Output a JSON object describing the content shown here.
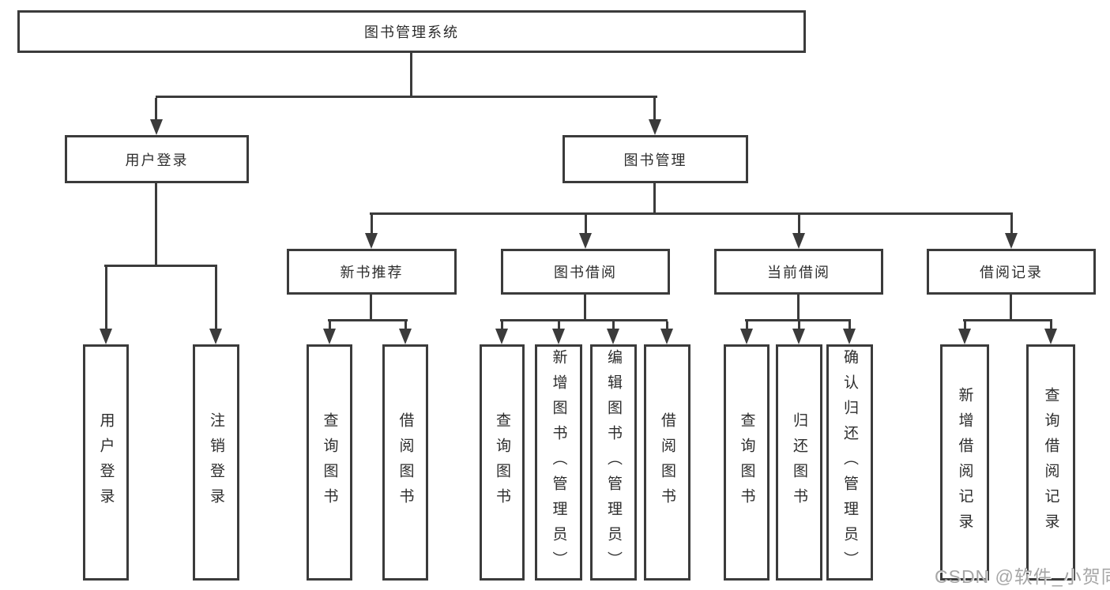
{
  "diagram_type": "hierarchy-tree",
  "colors": {
    "line": "#3b3b3b",
    "box_border": "#3b3b3b",
    "text": "#2d2d2d",
    "watermark": "#a6a6a6",
    "background": "#ffffff"
  },
  "watermark": {
    "text": "CSDN @软件_小贺同学"
  },
  "tree": {
    "root": {
      "label": "图书管理系统",
      "children": [
        {
          "label": "用户登录",
          "children": [
            {
              "label": "用户登录"
            },
            {
              "label": "注销登录"
            }
          ]
        },
        {
          "label": "图书管理",
          "children": [
            {
              "label": "新书推荐",
              "children": [
                {
                  "label": "查询图书"
                },
                {
                  "label": "借阅图书"
                }
              ]
            },
            {
              "label": "图书借阅",
              "children": [
                {
                  "label": "查询图书"
                },
                {
                  "label": "新增图书（管理员）"
                },
                {
                  "label": "编辑图书（管理员）"
                },
                {
                  "label": "借阅图书"
                }
              ]
            },
            {
              "label": "当前借阅",
              "children": [
                {
                  "label": "查询图书"
                },
                {
                  "label": "归还图书"
                },
                {
                  "label": "确认归还（管理员）"
                }
              ]
            },
            {
              "label": "借阅记录",
              "children": [
                {
                  "label": "新增借阅记录"
                },
                {
                  "label": "查询借阅记录"
                }
              ]
            }
          ]
        }
      ]
    }
  }
}
